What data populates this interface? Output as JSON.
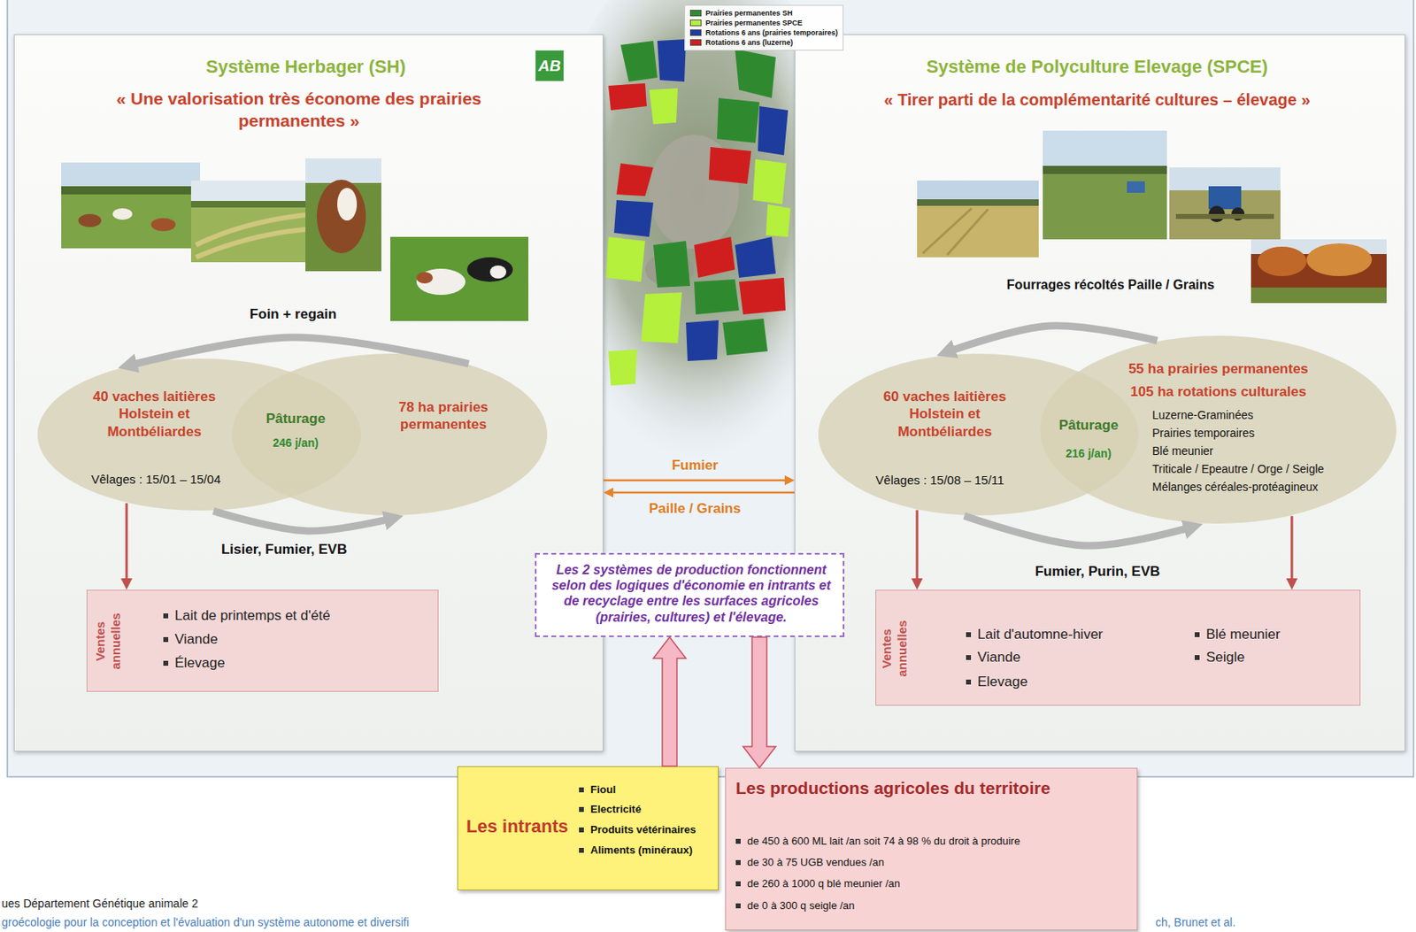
{
  "diagram": {
    "nodes": [
      {
        "text": [
          "Système Herbager (SH)",
          "« Une valorisation très économe des prairies permanentes »"
        ]
      },
      {
        "text": [
          "40 vaches laitières Holstein et Montbéliardes",
          "Vêlages : 15/01 – 15/04"
        ],
        "in": 0
      },
      {
        "text": [
          "78 ha prairies permanentes"
        ],
        "in": 0
      },
      {
        "text": [
          "Ventes annuelles",
          "Lait de printemps et d'été",
          "Viande",
          "Élevage"
        ],
        "in": 0
      },
      {
        "text": [
          "Système de Polyculture Elevage (SPCE)",
          "« Tirer parti de la complémentarité cultures – élevage »"
        ]
      },
      {
        "text": [
          "60 vaches laitières Holstein et Montbéliardes",
          "Vêlages : 15/08 – 15/11"
        ],
        "in": 4
      },
      {
        "text": [
          "55 ha prairies permanentes",
          "105 ha rotations culturales",
          "Luzerne-Graminées",
          "Prairies temporaires",
          "Blé meunier",
          "Triticale / Epeautre / Orge / Seigle",
          "Mélanges céréales-protéagineux"
        ],
        "in": 4
      },
      {
        "text": [
          "Ventes annuelles",
          "Lait d'automne-hiver",
          "Viande",
          "Elevage",
          "Blé meunier",
          "Seigle"
        ],
        "in": 4
      },
      {
        "text": [
          "Les 2 systèmes de production fonctionnent selon des logiques d'économie en intrants et de recyclage entre les surfaces agricoles (prairies, cultures) et l'élevage."
        ]
      },
      {
        "text": [
          "Les intrants",
          "Fioul",
          "Electricité",
          "Produits vétérinaires",
          "Aliments (minéraux)"
        ]
      },
      {
        "text": [
          "Les productions agricoles du territoire",
          "de 450 à 600 ML lait /an soit 74 à 98 % du droit à produire",
          "de 30 à 75 UGB vendues /an",
          "de 260 à 1000 q blé meunier /an",
          "de 0 à 300 q seigle /an"
        ]
      }
    ],
    "edges": [
      {
        "from": 2,
        "to": 1,
        "arrow": "to",
        "label": "Foin + regain"
      },
      {
        "from": 1,
        "to": 2,
        "arrow": "to",
        "label": "Lisier, Fumier, EVB"
      },
      {
        "from": 1,
        "to": 3,
        "arrow": "to"
      },
      {
        "from": 6,
        "to": 5,
        "arrow": "to",
        "label": "Fourrages récoltés Paille / Grains"
      },
      {
        "from": 5,
        "to": 6,
        "arrow": "to",
        "label": "Fumier, Purin, EVB"
      },
      {
        "from": 5,
        "to": 7,
        "arrow": "to"
      },
      {
        "from": 6,
        "to": 7,
        "arrow": "to"
      },
      {
        "from": 0,
        "to": 4,
        "arrow": "to",
        "label": "Fumier"
      },
      {
        "from": 4,
        "to": 0,
        "arrow": "to",
        "label": "Paille / Grains"
      },
      {
        "from": 9,
        "to": 8,
        "arrow": "to"
      },
      {
        "from": 8,
        "to": 10,
        "arrow": "to"
      }
    ],
    "labels": [
      "AB",
      "Pâturage",
      "246 j/an)",
      "Pâturage",
      "216 j/an)",
      "ues Département Génétique animale 2",
      "groécologie pour la conception et l'évaluation d'un système autonome et diversifi",
      "ch, Brunet et al."
    ],
    "legend": [
      {
        "text": "Prairies permanentes SH",
        "color": "#2f8a2f"
      },
      {
        "text": "Prairies permanentes SPCE",
        "color": "#b4f03c"
      },
      {
        "text": "Rotations 6 ans (prairies temporaires)",
        "color": "#1e3c9e"
      },
      {
        "text": "Rotations 6 ans (luzerne)",
        "color": "#d01e1e"
      }
    ]
  }
}
